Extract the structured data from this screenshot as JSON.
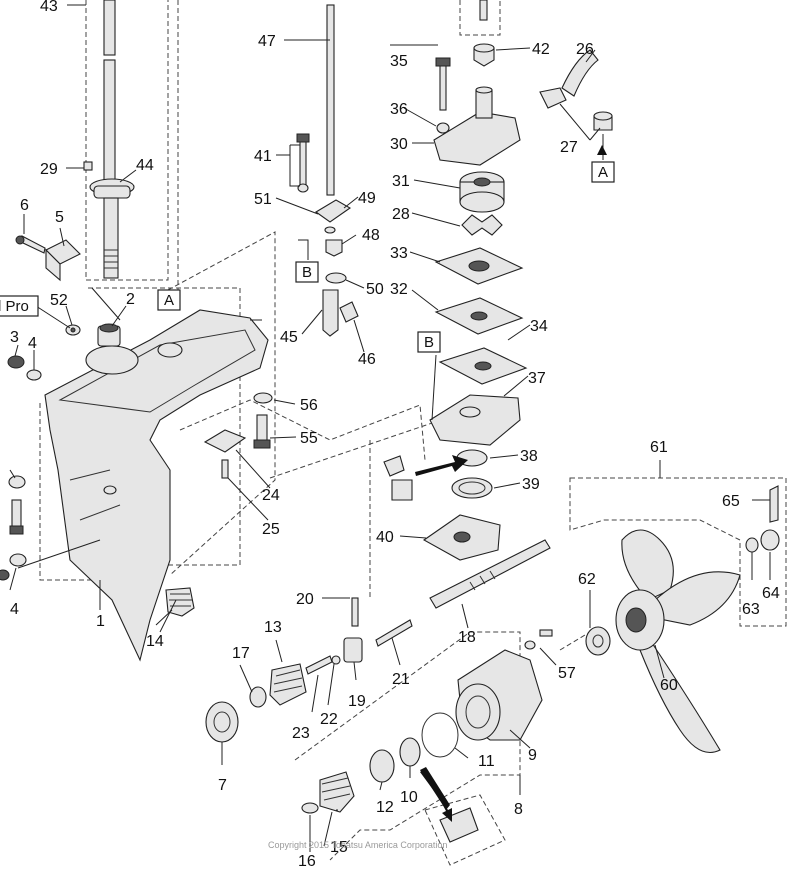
{
  "labels": {
    "p1": "1",
    "p2": "2",
    "p3": "3",
    "p4a": "4",
    "p4b": "4",
    "p5": "5",
    "p6": "6",
    "p7": "7",
    "p8": "8",
    "p9": "9",
    "p10": "10",
    "p11": "11",
    "p12": "12",
    "p13": "13",
    "p14": "14",
    "p15": "15",
    "p16": "16",
    "p17": "17",
    "p18": "18",
    "p19": "19",
    "p20": "20",
    "p21": "21",
    "p22": "22",
    "p23": "23",
    "p24": "24",
    "p25": "25",
    "p26": "26",
    "p27": "27",
    "p28": "28",
    "p29": "29",
    "p30": "30",
    "p31": "31",
    "p32": "32",
    "p33": "33",
    "p34": "34",
    "p35": "35",
    "p36": "36",
    "p37": "37",
    "p38": "38",
    "p39": "39",
    "p40": "40",
    "p41": "41",
    "p42": "42",
    "p43": "43",
    "p44": "44",
    "p45": "45",
    "p46": "46",
    "p47": "47",
    "p48": "48",
    "p49": "49",
    "p50": "50",
    "p51": "51",
    "p52": "52",
    "p55": "55",
    "p56": "56",
    "p57": "57",
    "p60": "60",
    "p61": "61",
    "p62": "62",
    "p63": "63",
    "p64": "64",
    "p65": "65"
  },
  "ref_boxes": {
    "a_top": "A",
    "a_housing": "A",
    "b_left": "B",
    "b_right": "B",
    "l_pro": "l Pro"
  },
  "copyright": "Copyright 2015 Tohatsu America Corporation"
}
